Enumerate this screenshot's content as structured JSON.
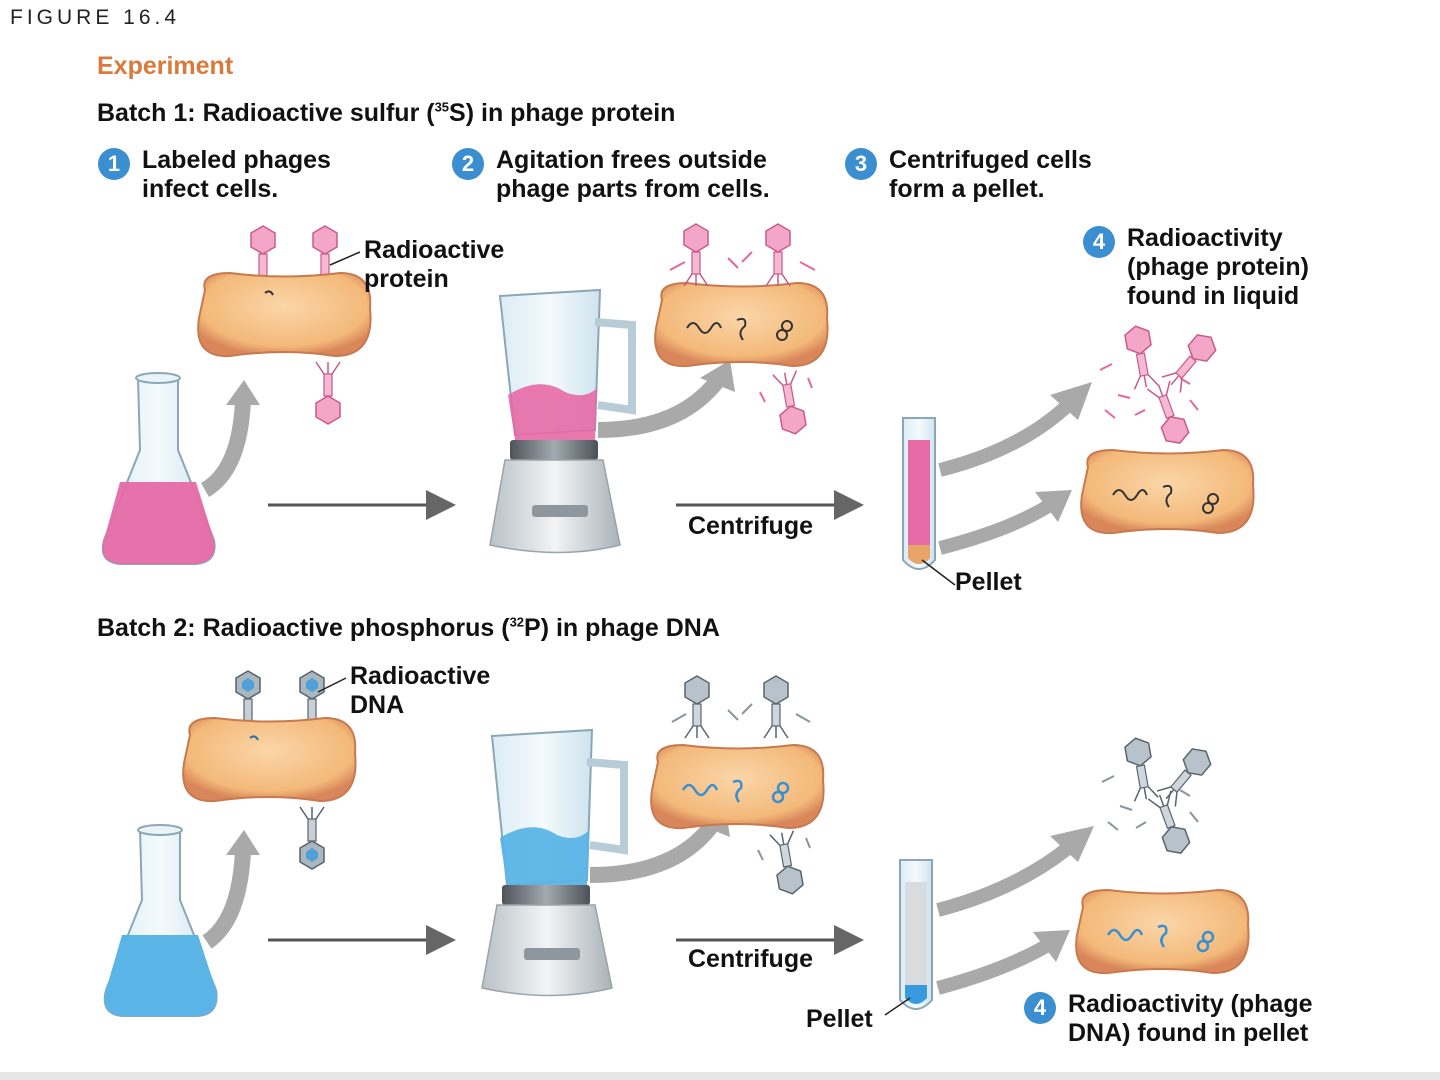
{
  "figure_label": "FIGURE 16.4",
  "section_label": "Experiment",
  "batch1": {
    "title_pre": "Batch 1: Radioactive sulfur (",
    "isotope_mass": "35",
    "title_post": "S) in phage protein",
    "step1": {
      "num": "1",
      "line1": "Labeled phages",
      "line2": "infect cells."
    },
    "step2": {
      "num": "2",
      "line1": "Agitation frees outside",
      "line2": "phage parts from cells."
    },
    "step3": {
      "num": "3",
      "line1": "Centrifuged cells",
      "line2": "form a pellet."
    },
    "step4": {
      "num": "4",
      "line1": "Radioactivity",
      "line2": "(phage protein)",
      "line3": "found in liquid"
    },
    "label_radioactive": {
      "line1": "Radioactive",
      "line2": "protein"
    },
    "centrifuge_label": "Centrifuge",
    "pellet_label": "Pellet",
    "liquid_color": "#e66aa6"
  },
  "batch2": {
    "title_pre": "Batch 2: Radioactive phosphorus (",
    "isotope_mass": "32",
    "title_post": "P) in phage DNA",
    "label_radioactive": {
      "line1": "Radioactive",
      "line2": "DNA"
    },
    "step4": {
      "num": "4",
      "line1": "Radioactivity (phage",
      "line2": "DNA) found in pellet"
    },
    "centrifuge_label": "Centrifuge",
    "pellet_label": "Pellet",
    "liquid_color": "#5ab4e6"
  }
}
